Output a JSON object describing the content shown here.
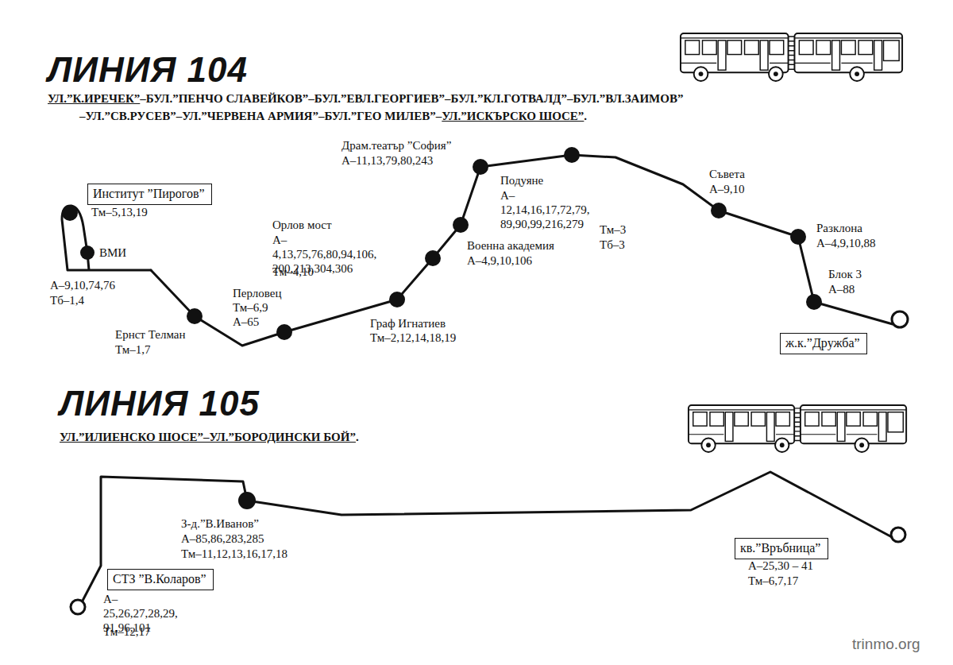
{
  "diagram": {
    "nodes": [
      {
        "text": [
          "Институт ”Пирогов”"
        ]
      },
      {
        "text": [
          "ж.к.”Дружба”"
        ]
      },
      {
        "text": [
          "СТЗ ”В.Коларов”"
        ]
      },
      {
        "text": [
          "кв.”Връбница”"
        ]
      }
    ],
    "labels": [
      "ЛИНИЯ 104",
      "УЛ.”К.ИРЕЧЕК”",
      "–БУЛ.”ПЕНЧО СЛАВЕЙКОВ”–БУЛ.”ЕВЛ.ГЕОРГИЕВ”–БУЛ.”КЛ.ГОТВАЛД”–БУЛ.”ВЛ.ЗАИМОВ”",
      "–УЛ.”СВ.РУСЕВ”–УЛ.”ЧЕРВЕНА АРМИЯ”–БУЛ.”ГЕО МИЛЕВ”–",
      "УЛ.”ИСКЪРСКО ШОСЕ”",
      ".",
      "Тм–5,13,19",
      "ВМИ",
      "А–9,10,74,76",
      "Тб–1,4",
      "Ернст Телман",
      "Тм–1,7",
      "Перловец",
      "Тм–6,9",
      "А–65",
      "Орлов мост",
      "А–4,13,75,76,80,94,106, 200,213,304,306",
      "Тм–4,10",
      "Граф Игнатиев",
      "Тм–2,12,14,18,19",
      "Военна академия",
      "А–4,9,10,106",
      "Драм.театър ”София”",
      "А–11,13,79,80,243",
      "Подуяне",
      "А–12,14,16,17,72,79, 89,90,99,216,279",
      "Тм–3",
      "Тб–3",
      "Съвета",
      "А–9,10",
      "Разклона",
      "А–4,9,10,88",
      "Блок 3",
      "А–88",
      "ЛИНИЯ 105",
      "УЛ.”ИЛИЕНСКО ШОСЕ”–УЛ.”БОРОДИНСКИ БОЙ”",
      ".",
      "А–25,26,27,28,29, 91,96,101",
      "Тм–12,17",
      "З-д.”В.Иванов”",
      "А–85,86,283,285",
      "Тм–11,12,13,16,17,18",
      "А–25,30 – 41",
      "Тм–6,7,17",
      "trinmo.org"
    ]
  }
}
